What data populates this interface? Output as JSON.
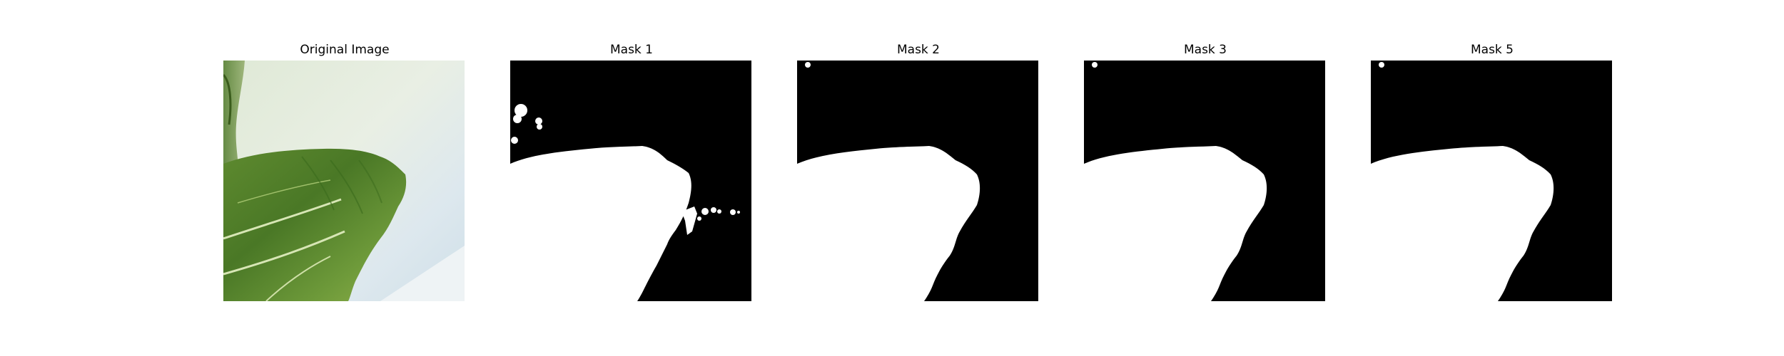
{
  "panels": [
    {
      "title": "Original Image",
      "kind": "photo"
    },
    {
      "title": "Mask 1",
      "kind": "mask",
      "variant": "noisy"
    },
    {
      "title": "Mask 2",
      "kind": "mask",
      "variant": "clean"
    },
    {
      "title": "Mask 3",
      "kind": "mask",
      "variant": "clean"
    },
    {
      "title": "Mask 5",
      "kind": "mask",
      "variant": "clean"
    }
  ],
  "colors": {
    "mask_background": "#000000",
    "mask_foreground": "#ffffff",
    "leaf_dark": "#3f6a22",
    "leaf_light": "#8fb04a",
    "background_light": "#e6eee4"
  }
}
